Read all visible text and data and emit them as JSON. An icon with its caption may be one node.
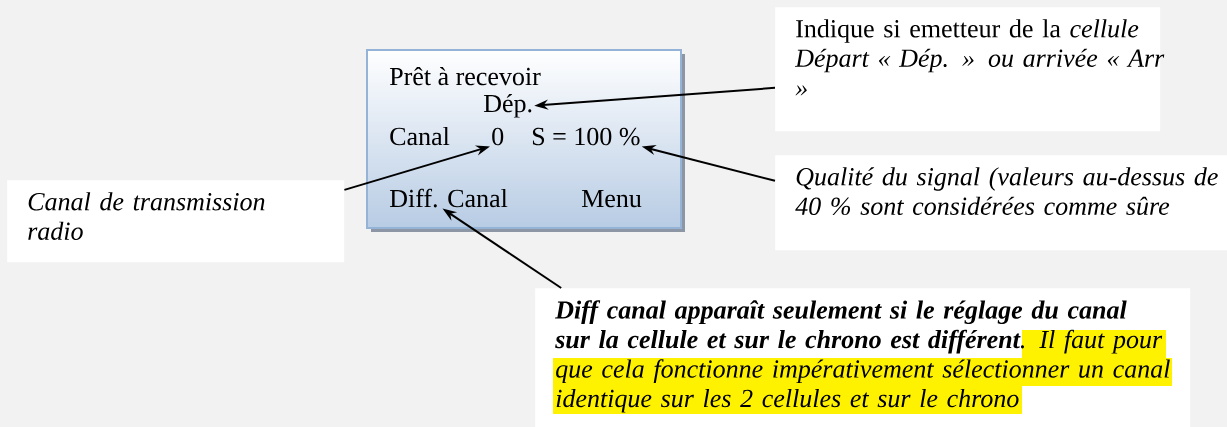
{
  "diagram": {
    "nodes": [
      {
        "text": [],
        "shape": "box"
      },
      {
        "text": [
          "Prêt à recevoir"
        ],
        "in": 0
      },
      {
        "text": [
          "Dép."
        ],
        "in": 0
      },
      {
        "text": [
          "Canal"
        ],
        "in": 0
      },
      {
        "text": [
          "0"
        ],
        "in": 0
      },
      {
        "text": [
          "S = 100 %"
        ],
        "in": 0
      },
      {
        "text": [
          "Diff. Canal"
        ],
        "in": 0
      },
      {
        "text": [
          "Menu"
        ],
        "in": 0
      },
      {
        "text": [
          "Indique si emetteur de la *cellule Départ « Dép. » ou arrivée « Arr »*"
        ]
      },
      {
        "text": [
          "Canal de transmission radio"
        ]
      },
      {
        "text": [
          "Qualité du signal (valeurs au-dessus de 40 % sont considérées comme sûre"
        ]
      },
      {
        "text": [
          "**Diff canal apparaît seulement si le réglage du canal sur la cellule et sur le chrono est différent**. Il faut pour que cela fonctionne impérativement sélectionner un canal identique sur les 2 cellules et sur le chrono"
        ]
      }
    ],
    "edges": [
      {
        "from": 8,
        "to": 2,
        "arrow": "to"
      },
      {
        "from": 9,
        "to": 4,
        "arrow": "to"
      },
      {
        "from": 10,
        "to": 5,
        "arrow": "to"
      },
      {
        "from": 11,
        "to": 6,
        "arrow": "to"
      }
    ]
  }
}
